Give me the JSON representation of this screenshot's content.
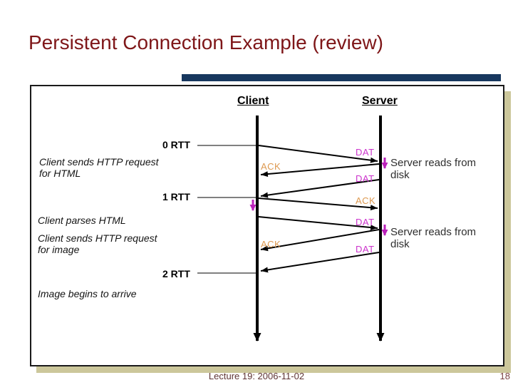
{
  "slide": {
    "title": "Persistent Connection Example (review)",
    "footer": {
      "lecture": "Lecture 19: 2006-11-02",
      "page": "18"
    }
  },
  "diagram": {
    "endpoints": {
      "client": "Client",
      "server": "Server"
    },
    "rtt_markers": [
      "0 RTT",
      "1 RTT",
      "2 RTT"
    ],
    "client_notes": [
      {
        "lines": [
          "Client sends HTTP request",
          "for HTML"
        ]
      },
      {
        "lines": [
          "Client parses HTML",
          "Client sends HTTP request",
          "for image"
        ]
      },
      {
        "lines": [
          "Image begins to arrive"
        ]
      }
    ],
    "server_notes": [
      {
        "lines": [
          "Server reads from",
          "disk"
        ]
      },
      {
        "lines": [
          "Server reads from",
          "disk"
        ]
      }
    ],
    "packets": [
      "DAT",
      "ACK",
      "DAT",
      "ACK",
      "DAT",
      "ACK",
      "DAT"
    ]
  },
  "colors": {
    "title_maroon": "#7e1618",
    "accent_navy": "#17375e",
    "shadow_tan": "#ccc79b",
    "dat_magenta": "#cc33cc",
    "ack_orange": "#dd9950",
    "action_magenta": "#bb22bb",
    "footer_text": "#5e3434",
    "page_number": "#7b4242"
  }
}
